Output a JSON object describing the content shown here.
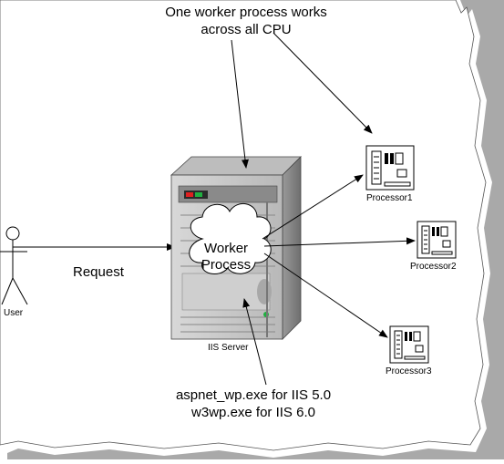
{
  "diagram": {
    "top_annotation": {
      "line1": "One worker process works",
      "line2": "across all CPU"
    },
    "bottom_annotation": {
      "line1": "aspnet_wp.exe for IIS 5.0",
      "line2": "w3wp.exe for IIS 6.0"
    },
    "request_label": "Request",
    "user_label": "User",
    "server_label": "IIS Server",
    "cloud": {
      "line1": "Worker",
      "line2": "Process"
    },
    "processors": [
      {
        "label": "Processor1"
      },
      {
        "label": "Processor2"
      },
      {
        "label": "Processor3"
      }
    ],
    "colors": {
      "frame_shadow": "#8c8c8c",
      "server_body": "#c8c8c8",
      "server_dark": "#7a7a7a",
      "led_red": "#e02020",
      "led_green": "#20b040",
      "line": "#000000"
    }
  }
}
